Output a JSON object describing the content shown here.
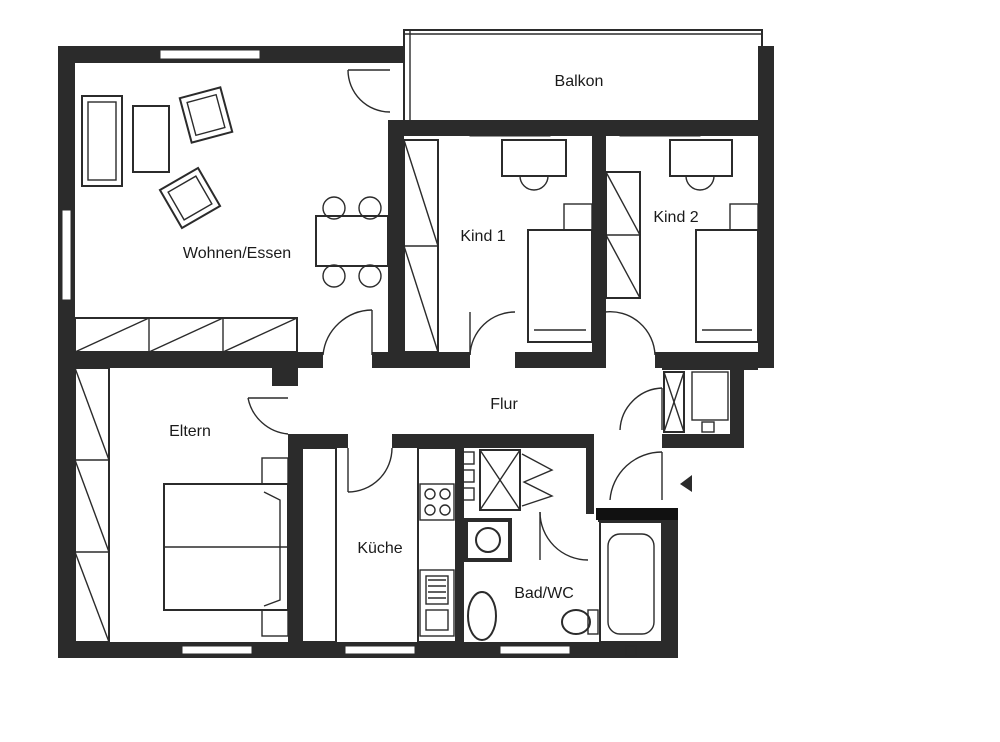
{
  "rooms": {
    "balkon": "Balkon",
    "wohnen_essen": "Wohnen/Essen",
    "kind1": "Kind 1",
    "kind2": "Kind 2",
    "flur": "Flur",
    "eltern": "Eltern",
    "kueche": "Küche",
    "bad_wc": "Bad/WC"
  },
  "colors": {
    "wall": "#2b2b2b",
    "background": "#ffffff"
  }
}
